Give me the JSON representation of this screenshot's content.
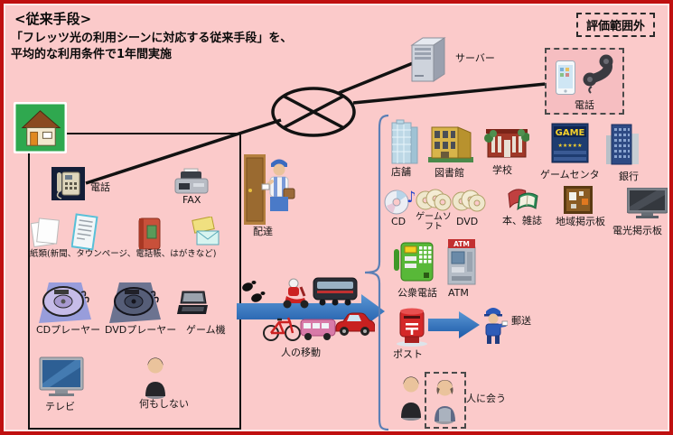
{
  "header": {
    "title": "<従来手段>",
    "subtitle1": "「フレッツ光の利用シーンに対応する従来手段」を、",
    "subtitle2": "平均的な利用条件で1年間実施"
  },
  "network": {
    "out_of_scope": "評価範囲外",
    "server": "サーバー",
    "phone": "電話"
  },
  "home": {
    "phone": "電話",
    "fax": "FAX",
    "papers": "紙類(新聞、タウンページ、電話帳、はがきなど)",
    "cd_player": "CDプレーヤー",
    "dvd_player": "DVDプレーヤー",
    "game_console": "ゲーム機",
    "tv": "テレビ",
    "do_nothing": "何もしない"
  },
  "transit": {
    "delivery": "配達",
    "movement": "人の移動"
  },
  "town": {
    "store": "店舗",
    "library": "図書館",
    "school": "学校",
    "game_center": "ゲームセンタ",
    "bank": "銀行",
    "cd": "CD",
    "game_soft": "ゲームソフト",
    "dvd": "DVD",
    "books": "本、雑誌",
    "local_board": "地域掲示板",
    "electric_board": "電光掲示板",
    "public_phone": "公衆電話",
    "atm": "ATM",
    "atm_sign": "ATM",
    "game_sign": "GAME",
    "game_stars": "★★★★★",
    "post": "ポスト",
    "mailing": "郵送",
    "meet_people": "人に会う"
  },
  "colors": {
    "background_pink": "#fbcaca",
    "frame_red": "#bf1010",
    "arrow_blue": "#2d6fbe",
    "bracket_blue": "#5b7fb5",
    "house_green": "#2fa84f"
  }
}
